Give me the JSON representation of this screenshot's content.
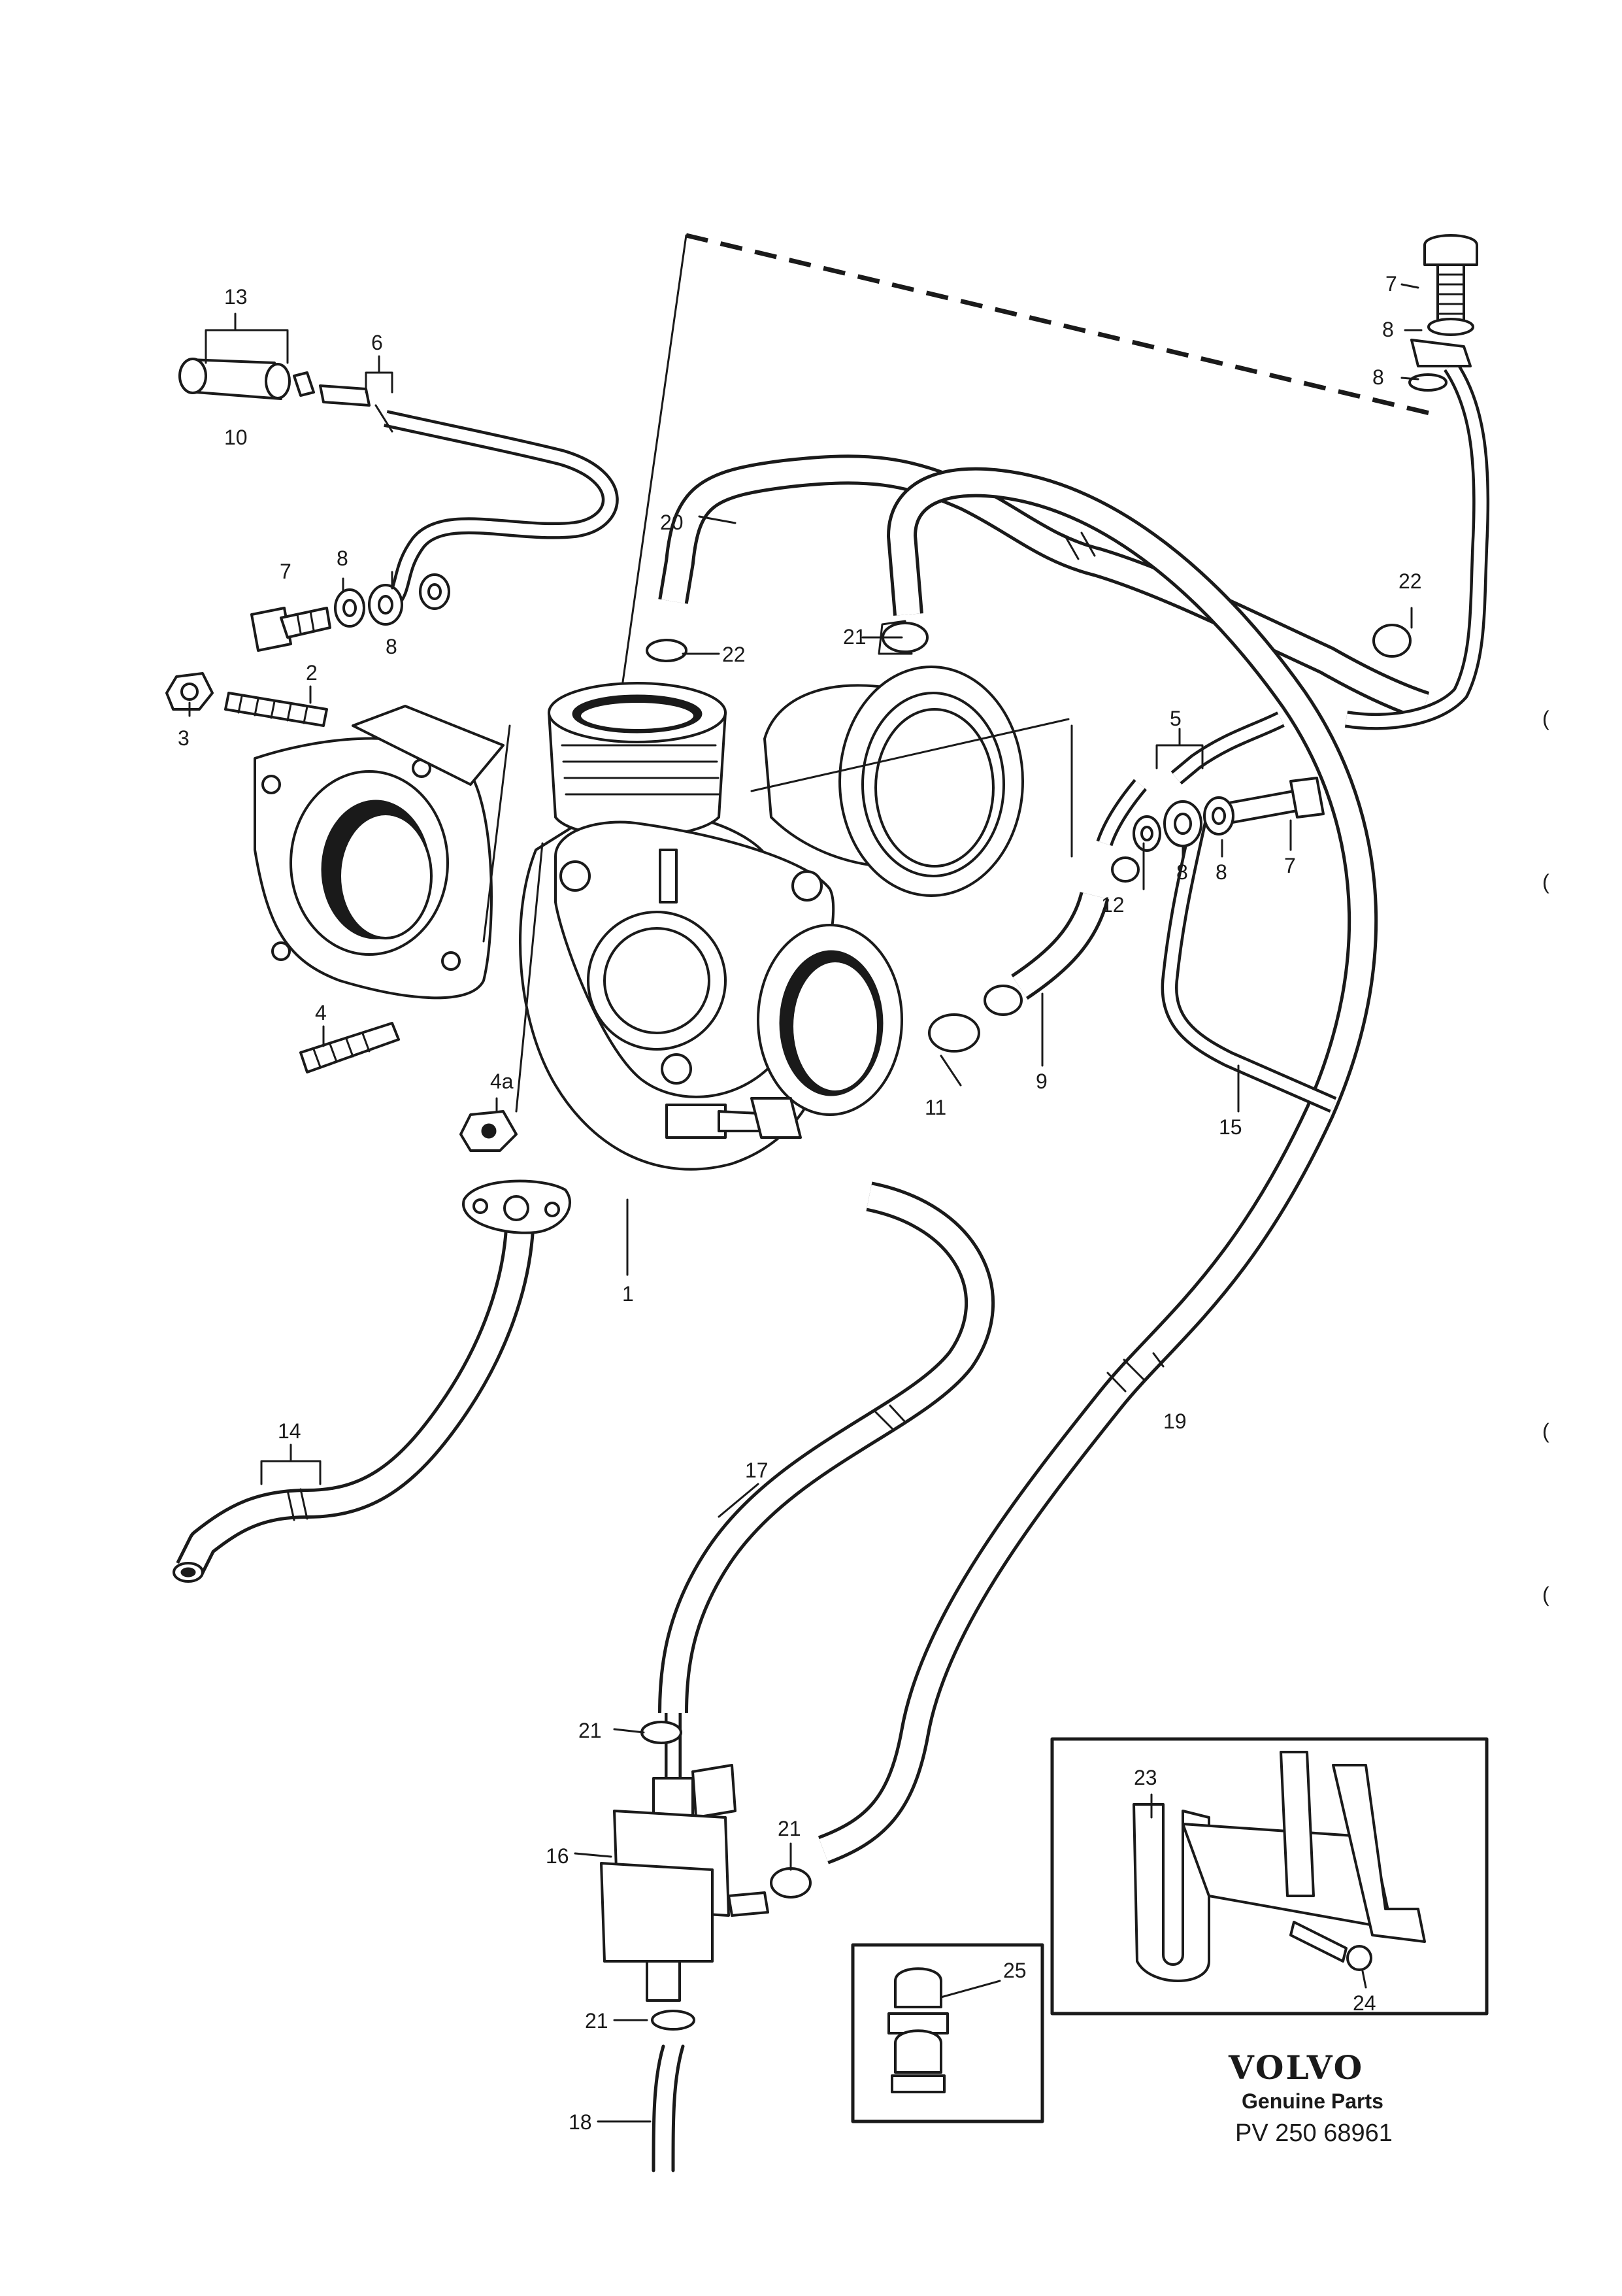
{
  "brand": {
    "name": "VOLVO",
    "tagline": "Genuine Parts",
    "code": "PV 250 68961"
  },
  "callouts": {
    "c1": "1",
    "c2": "2",
    "c3": "3",
    "c4": "4",
    "c4a": "4a",
    "c5": "5",
    "c6": "6",
    "c7a": "7",
    "c7b": "7",
    "c7c": "7",
    "c8a": "8",
    "c8b": "8",
    "c8c": "8",
    "c8d": "8",
    "c8e": "8",
    "c8f": "8",
    "c9": "9",
    "c10": "10",
    "c11": "11",
    "c12": "12",
    "c13": "13",
    "c14": "14",
    "c15": "15",
    "c16": "16",
    "c17": "17",
    "c18": "18",
    "c19": "19",
    "c20": "20",
    "c21a": "21",
    "c21b": "21",
    "c21c": "21",
    "c21d": "21",
    "c22a": "22",
    "c22b": "22",
    "c23": "23",
    "c24": "24",
    "c25": "25"
  },
  "margin_marks": {
    "m1": "(",
    "m2": "(",
    "m3": "(",
    "m4": "("
  }
}
